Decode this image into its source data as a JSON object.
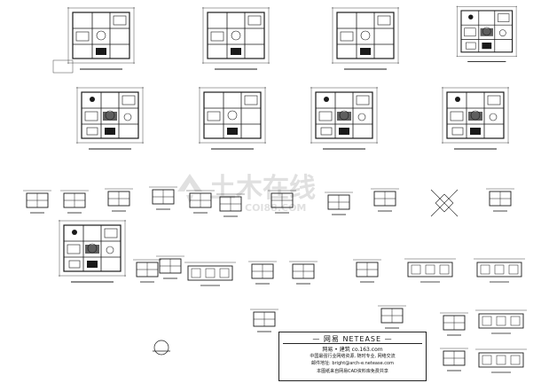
{
  "watermark": {
    "text": "土木在线",
    "subtext": "COI88.COM",
    "color": "#c8c8c8"
  },
  "title_block": {
    "brand": "— 网易 NETEASE —",
    "sub": "网易 • 建筑   co.163.com",
    "line1": "中国最强行业网络资源, 随时专业, 网络交流",
    "line2": "邮件地址: bright@arch-e.netease.com",
    "line3": "本图纸来自网易CAD资料库免费共享"
  },
  "colors": {
    "ink": "#1a1a1a",
    "paper": "#ffffff"
  }
}
